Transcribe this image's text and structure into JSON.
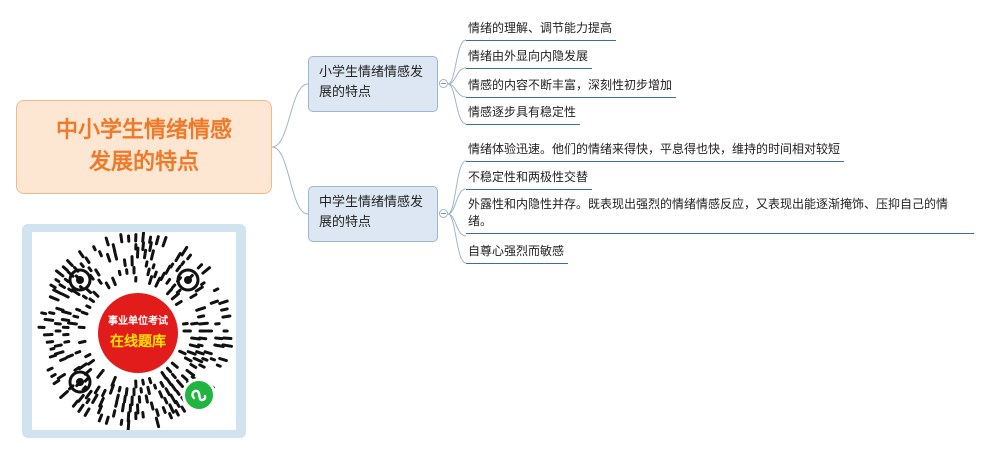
{
  "mindmap": {
    "root": {
      "title": "中小学生情绪情感发展的特点"
    },
    "branches": [
      {
        "label": "小学生情绪情感发展的特点",
        "items": [
          "情绪的理解、调节能力提高",
          "情绪由外显向内隐发展",
          "情感的内容不断丰富，深刻性初步增加",
          "情感逐步具有稳定性"
        ]
      },
      {
        "label": "中学生情绪情感发展的特点",
        "items": [
          "情绪体验迅速。他们的情绪来得快，平息得也快，维持的时间相对较短",
          "不稳定性和两极性交替",
          "外露性和内隐性并存。既表现出强烈的情绪情感反应，又表现出能逐渐掩饰、压抑自己的情绪。",
          "自尊心强烈而敏感"
        ]
      }
    ]
  },
  "qr": {
    "badge_top": "事业单位考试",
    "badge_bottom": "在线题库",
    "icon": "mini-program-icon"
  },
  "colors": {
    "root_fill": "#fde7d2",
    "root_text": "#ef7a2a",
    "branch_fill": "#dce7f3",
    "connector": "#9fb4cc",
    "leaf_underline": "#3d6ca8",
    "qr_frame": "#cfe4ee",
    "badge": "#e21b1b",
    "badge_bottom_text": "#ffe400",
    "mini_program": "#1fb53e"
  }
}
